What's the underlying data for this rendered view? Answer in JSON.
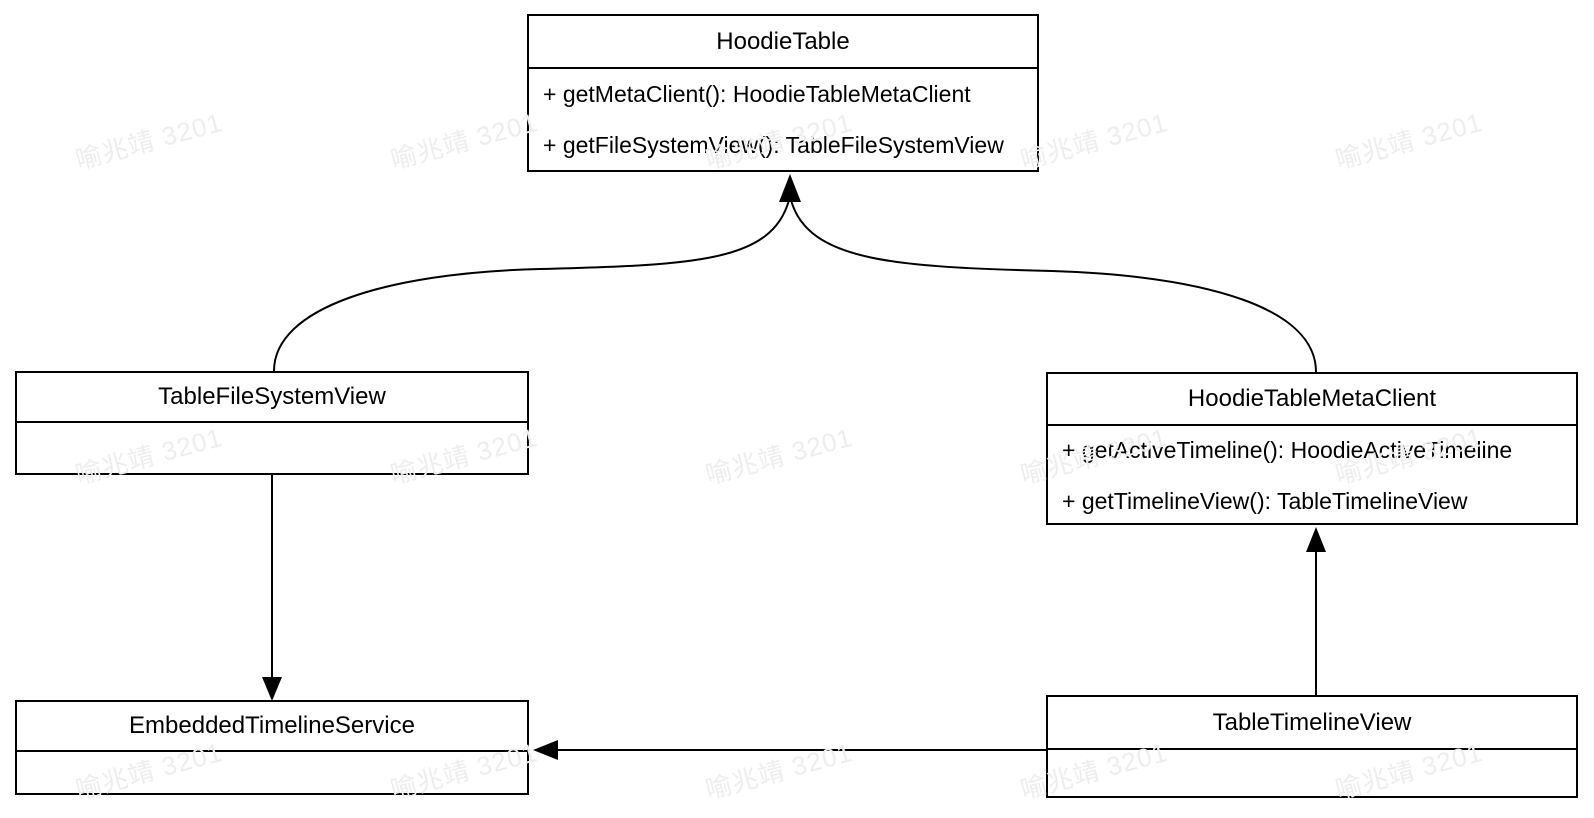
{
  "diagram": {
    "type": "uml-class-diagram",
    "watermark": {
      "text": "喻兆靖 3201"
    },
    "colors": {
      "line": "#000000",
      "box_fill": "#ffffff",
      "watermark": "#ededed",
      "background": "#ffffff"
    },
    "classes": [
      {
        "name": "HoodieTable",
        "methods": [
          "+ getMetaClient(): HoodieTableMetaClient",
          "+ getFileSystemView(): TableFileSystemView"
        ]
      },
      {
        "name": "TableFileSystemView",
        "methods": []
      },
      {
        "name": "HoodieTableMetaClient",
        "methods": [
          "+ getActiveTimeline(): HoodieActiveTimeline",
          "+ getTimelineView(): TableTimelineView"
        ]
      },
      {
        "name": "EmbeddedTimelineService",
        "methods": []
      },
      {
        "name": "TableTimelineView",
        "methods": []
      }
    ],
    "relations": [
      {
        "from": "TableFileSystemView",
        "to": "HoodieTable",
        "style": "curved-arrow"
      },
      {
        "from": "HoodieTableMetaClient",
        "to": "HoodieTable",
        "style": "curved-arrow"
      },
      {
        "from": "TableFileSystemView",
        "to": "EmbeddedTimelineService",
        "style": "straight-arrow"
      },
      {
        "from": "TableTimelineView",
        "to": "HoodieTableMetaClient",
        "style": "straight-arrow"
      },
      {
        "from": "TableTimelineView",
        "to": "EmbeddedTimelineService",
        "style": "straight-arrow"
      }
    ]
  }
}
